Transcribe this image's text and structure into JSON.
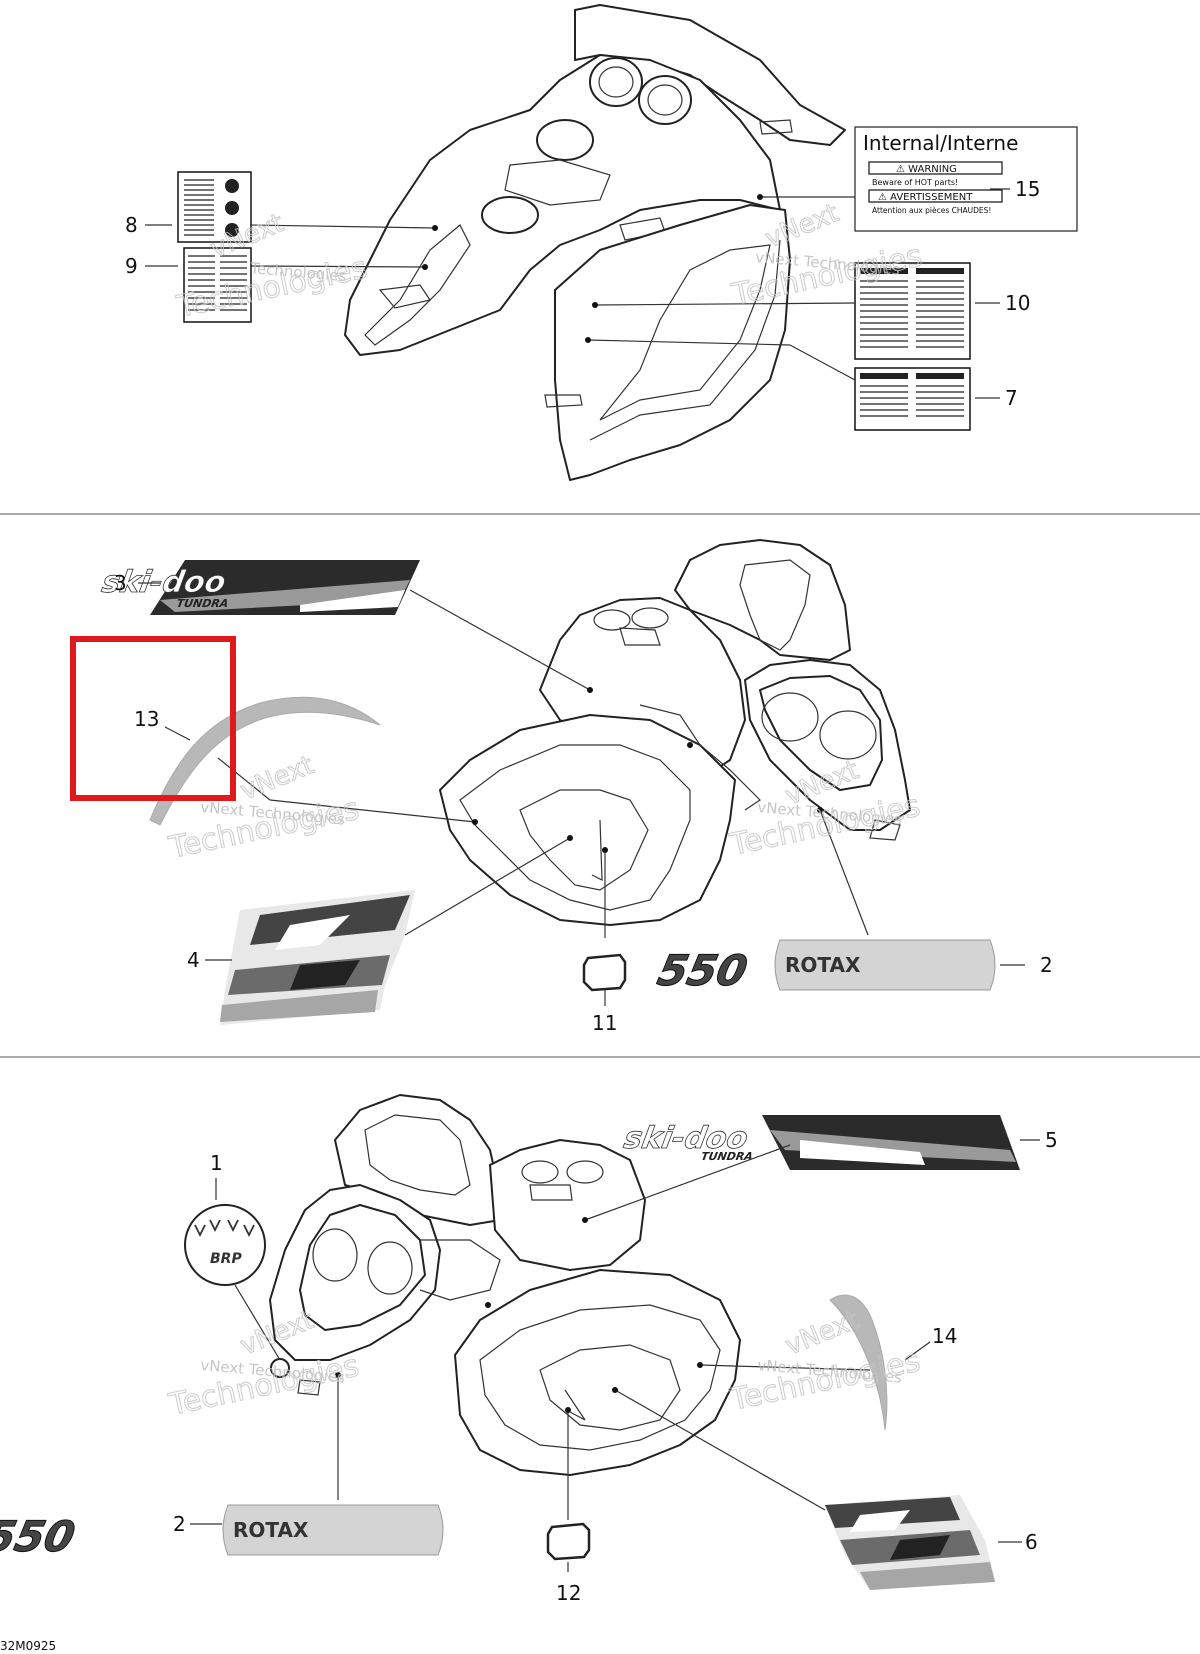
{
  "callouts": {
    "c1": "1",
    "c2_top": "2",
    "c2_bottom": "2",
    "c3": "3",
    "c4": "4",
    "c5": "5",
    "c6": "6",
    "c7": "7",
    "c8": "8",
    "c9": "9",
    "c10": "10",
    "c11": "11",
    "c12": "12",
    "c13": "13",
    "c14": "14",
    "c15": "15"
  },
  "decals": {
    "internal_interne": "Internal/Interne",
    "warning": "⚠ WARNING",
    "warning_text": "Beware of HOT parts!",
    "avertissement": "⚠ AVERTISSEMENT",
    "avertissement_text": "Attention aux pièces CHAUDES!",
    "skidoo": "ski-doo",
    "tundra": "TUNDRA",
    "rotax": "ROTAX",
    "rotax_number": "550",
    "brp": "BRP"
  },
  "watermark": {
    "vnext": "vNext",
    "technologies": "Technologies",
    "vnext_technologies": "vNext Technologies"
  },
  "figure_code": "32M0925",
  "highlight_color": "#e0191c"
}
